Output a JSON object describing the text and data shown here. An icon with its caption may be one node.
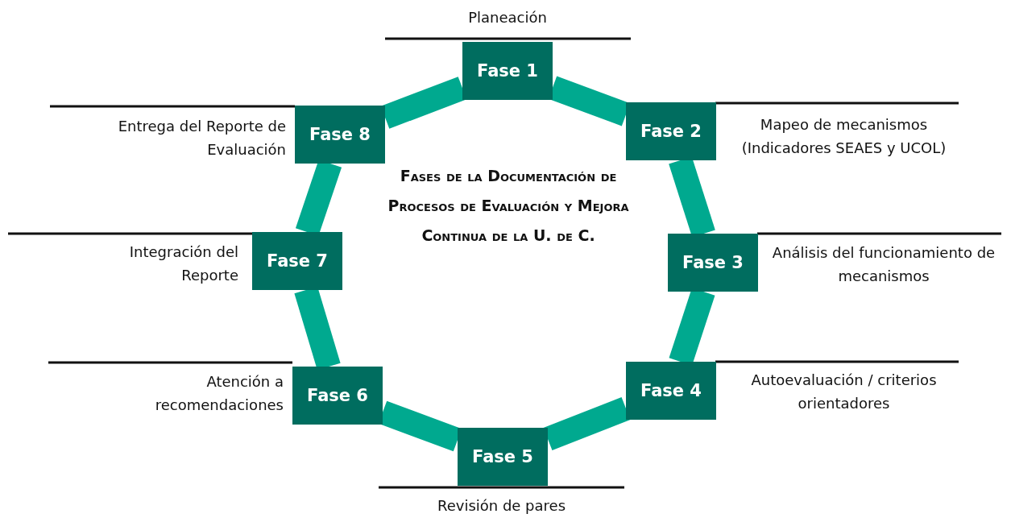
{
  "diagram": {
    "title": "Fases de la Documentación de Procesos de Evaluación y Mejora Continua de la U. de C.",
    "nodes": [
      {
        "text": [
          "Fase 1"
        ],
        "beside": [
          "Planeación"
        ]
      },
      {
        "text": [
          "Fase 2"
        ],
        "beside": [
          "Mapeo de mecanismos (Indicadores SEAES y UCOL)"
        ]
      },
      {
        "text": [
          "Fase 3"
        ],
        "beside": [
          "Análisis del funcionamiento de mecanismos"
        ]
      },
      {
        "text": [
          "Fase 4"
        ],
        "beside": [
          "Autoevaluación / criterios orientadores"
        ]
      },
      {
        "text": [
          "Fase 5"
        ],
        "beside": [
          "Revisión de pares"
        ]
      },
      {
        "text": [
          "Fase 6"
        ],
        "beside": [
          "Atención a recomendaciones"
        ]
      },
      {
        "text": [
          "Fase 7"
        ],
        "beside": [
          "Integración del Reporte"
        ]
      },
      {
        "text": [
          "Fase 8"
        ],
        "beside": [
          "Entrega del Reporte de Evaluación"
        ]
      }
    ],
    "edges": [
      {
        "from": 0,
        "to": 1,
        "arrow": "none"
      },
      {
        "from": 1,
        "to": 2,
        "arrow": "none"
      },
      {
        "from": 2,
        "to": 3,
        "arrow": "none"
      },
      {
        "from": 3,
        "to": 4,
        "arrow": "none"
      },
      {
        "from": 4,
        "to": 5,
        "arrow": "none"
      },
      {
        "from": 5,
        "to": 6,
        "arrow": "none"
      },
      {
        "from": 6,
        "to": 7,
        "arrow": "none"
      },
      {
        "from": 7,
        "to": 0,
        "arrow": "none"
      }
    ]
  }
}
